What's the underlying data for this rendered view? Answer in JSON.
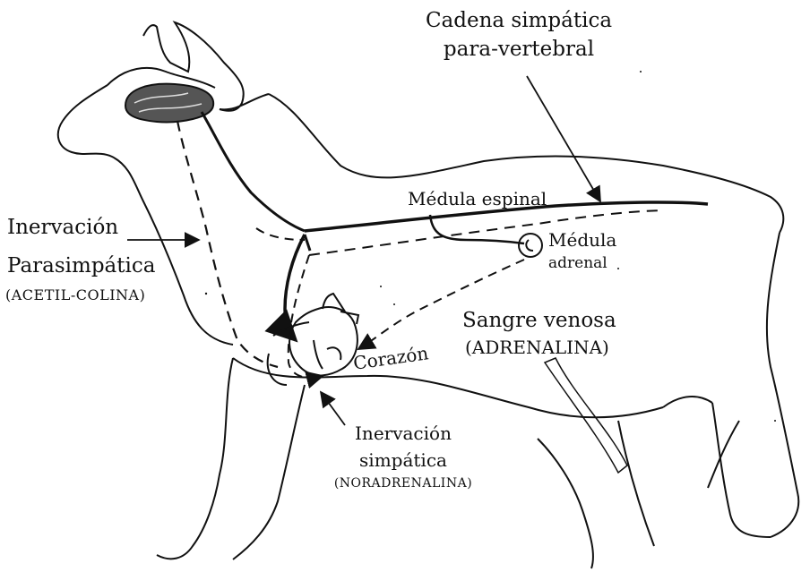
{
  "labels": {
    "cadena_line1": "Cadena simpática",
    "cadena_line2": "para-vertebral",
    "medula_espinal": "Médula espinal",
    "medula_adrenal_line1": "Médula",
    "medula_adrenal_line2": "adrenal",
    "inervacion_para_line1": "Inervación",
    "inervacion_para_line2": "Parasimpática",
    "inervacion_para_line3": "(ACETIL-COLINA)",
    "sangre_line1": "Sangre venosa",
    "sangre_line2": "(ADRENALINA)",
    "corazon": "Corazón",
    "inervacion_simp_line1": "Inervación",
    "inervacion_simp_line2": "simpática",
    "inervacion_simp_line3": "(NORADRENALINA)"
  }
}
